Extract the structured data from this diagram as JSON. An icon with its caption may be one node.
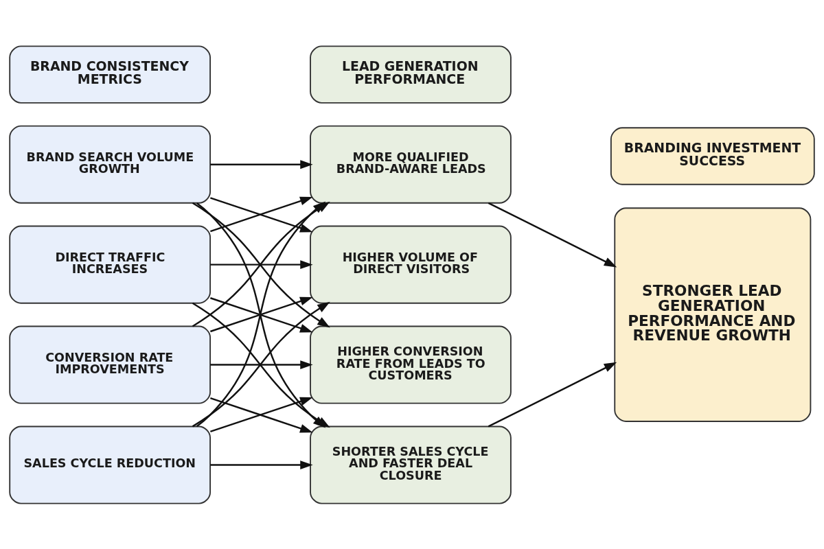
{
  "diagram": {
    "nodes": [
      {
        "text": [
          "BRAND CONSISTENCY METRICS"
        ]
      },
      {
        "text": [
          "LEAD GENERATION PERFORMANCE"
        ]
      },
      {
        "text": [
          "BRANDING INVESTMENT SUCCESS"
        ]
      },
      {
        "text": [
          "BRAND SEARCH VOLUME GROWTH"
        ]
      },
      {
        "text": [
          "DIRECT TRAFFIC INCREASES"
        ]
      },
      {
        "text": [
          "CONVERSION RATE IMPROVEMENTS"
        ]
      },
      {
        "text": [
          "SALES CYCLE REDUCTION"
        ]
      },
      {
        "text": [
          "MORE QUALIFIED BRAND-AWARE LEADS"
        ]
      },
      {
        "text": [
          "HIGHER VOLUME OF DIRECT VISITORS"
        ]
      },
      {
        "text": [
          "HIGHER CONVERSION RATE FROM LEADS TO CUSTOMERS"
        ]
      },
      {
        "text": [
          "SHORTER SALES CYCLE AND FASTER DEAL CLOSURE"
        ]
      },
      {
        "text": [
          "STRONGER LEAD GENERATION PERFORMANCE AND REVENUE GROWTH"
        ]
      }
    ],
    "edges": [
      {
        "from": 3,
        "to": 7,
        "arrow": "to"
      },
      {
        "from": 3,
        "to": 8,
        "arrow": "to"
      },
      {
        "from": 3,
        "to": 9,
        "arrow": "to"
      },
      {
        "from": 3,
        "to": 10,
        "arrow": "to"
      },
      {
        "from": 4,
        "to": 7,
        "arrow": "to"
      },
      {
        "from": 4,
        "to": 8,
        "arrow": "to"
      },
      {
        "from": 4,
        "to": 9,
        "arrow": "to"
      },
      {
        "from": 4,
        "to": 10,
        "arrow": "to"
      },
      {
        "from": 5,
        "to": 7,
        "arrow": "to"
      },
      {
        "from": 5,
        "to": 8,
        "arrow": "to"
      },
      {
        "from": 5,
        "to": 9,
        "arrow": "to"
      },
      {
        "from": 5,
        "to": 10,
        "arrow": "to"
      },
      {
        "from": 6,
        "to": 7,
        "arrow": "to"
      },
      {
        "from": 6,
        "to": 8,
        "arrow": "to"
      },
      {
        "from": 6,
        "to": 9,
        "arrow": "to"
      },
      {
        "from": 6,
        "to": 10,
        "arrow": "to"
      },
      {
        "from": 7,
        "to": 11,
        "arrow": "to"
      },
      {
        "from": 10,
        "to": 11,
        "arrow": "to"
      }
    ]
  }
}
